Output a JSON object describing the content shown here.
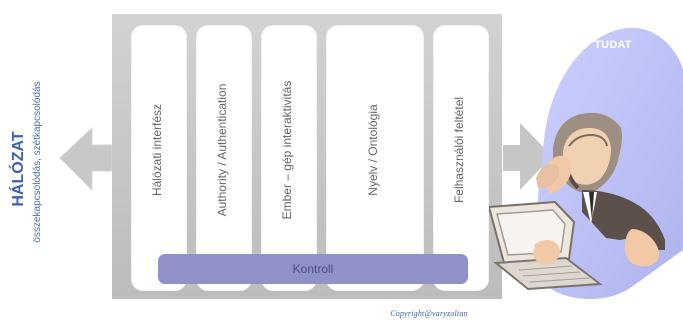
{
  "left_title": "HÁLÓZAT",
  "left_subtitle": "összekapcsolódás, szétkapcsolódás",
  "columns": [
    {
      "label": "Hálózati interfész"
    },
    {
      "label": "Authority / Authentication"
    },
    {
      "label": "Ember – gép interaktivitás"
    },
    {
      "label": "Nyelv / Ontológia"
    },
    {
      "label": "Felhasználói feltétel"
    }
  ],
  "kontroll_label": "Kontroll",
  "head_label": "TUDAT",
  "copyright": "Copyright@varyzoltan",
  "colors": {
    "frame_gray": "#c9c9c9",
    "arrow_gray": "#c8c8c8",
    "kontroll_fill": "#8f91c8",
    "title_blue": "#3b63ad",
    "head_fill": "#b9bdf0"
  },
  "icons": [
    "left-arrow-icon",
    "right-arrow-icon",
    "head-silhouette-icon",
    "businessman-laptop-icon"
  ]
}
